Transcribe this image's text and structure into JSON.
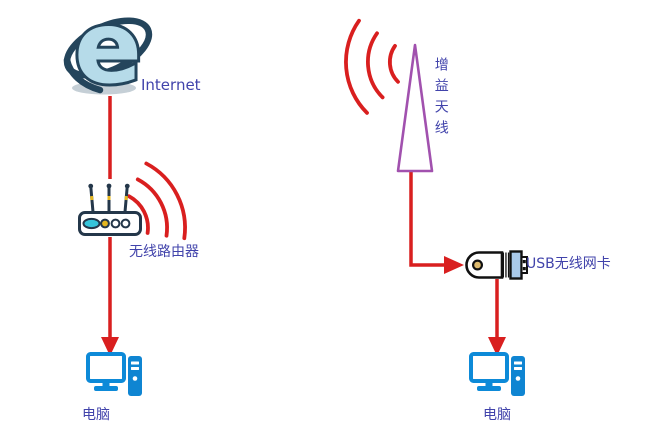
{
  "diagram_title": "wireless-network-topology",
  "left_flow": {
    "internet_label": "Internet",
    "router_label": "无线路由器",
    "computer_label": "电脑"
  },
  "right_flow": {
    "antenna_label": "增益天线",
    "usb_adapter_label": "USB无线网卡",
    "computer_label": "电脑"
  },
  "icons": {
    "internet": "ie-globe-icon",
    "router": "wireless-router-icon",
    "antenna": "gain-antenna-icon",
    "usb_adapter": "usb-adapter-icon",
    "computer": "desktop-computer-icon",
    "signal": "wifi-waves-icon",
    "connector": "red-arrow-connector"
  },
  "colors": {
    "background": "#ffffff",
    "connector_red": "#d91f1f",
    "label_blue": "#4143ab",
    "computer_blue": "#0d8ad8",
    "antenna_purple": "#a151ae",
    "router_navy": "#24374a",
    "router_cyan": "#35c4da",
    "indicator_yellow": "#e5b71e",
    "ie_light_blue": "#b6dbe9",
    "ie_outline": "#24455c",
    "usb_tan": "#ddba6d",
    "usb_plug_blue": "#a9c9e9"
  }
}
